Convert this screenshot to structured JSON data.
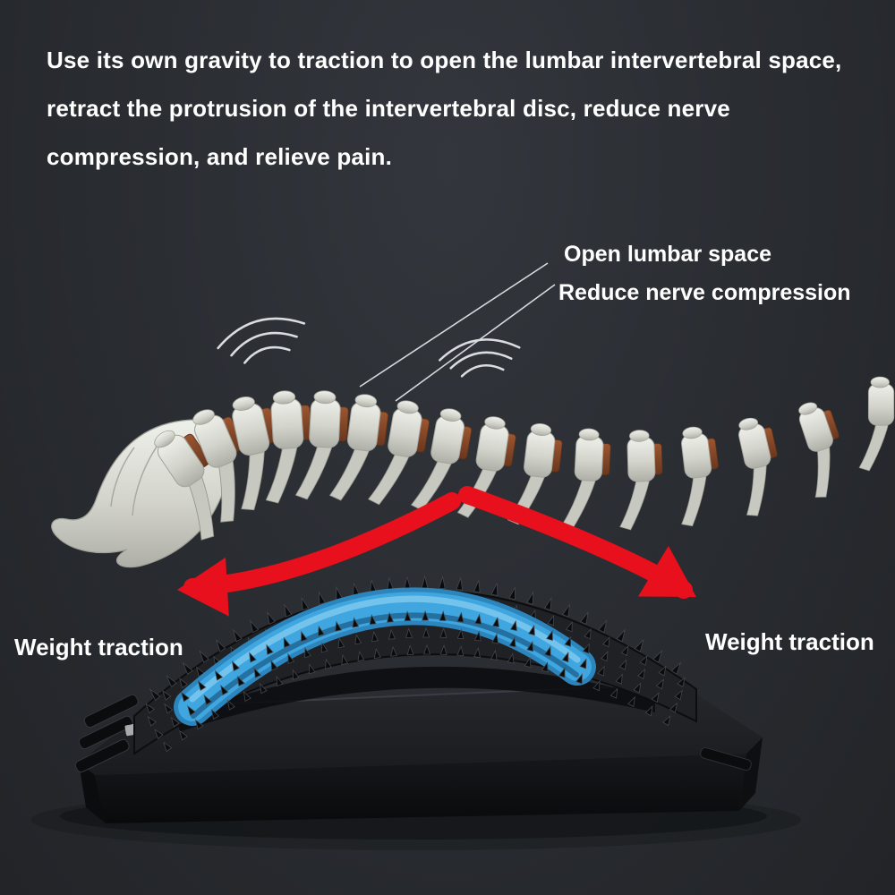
{
  "header": {
    "lines": [
      "Use its own gravity to traction to open the lumbar intervertebral space,",
      "retract the protrusion of the intervertebral disc, reduce nerve",
      "compression, and relieve pain."
    ]
  },
  "callouts": {
    "open_lumbar_space": "Open lumbar space",
    "reduce_nerve_compression": "Reduce nerve compression"
  },
  "labels": {
    "weight_traction_left": "Weight traction",
    "weight_traction_right": "Weight traction"
  },
  "colors": {
    "text": "#ffffff",
    "arrow_red": "#e8101c",
    "pad_blue": "#3fa6df",
    "pad_blue_highlight": "#7cc8ef",
    "pad_blue_shadow": "#1e6391",
    "bone": "#d8d9d1",
    "disc_brown": "#8a4a2c",
    "device_black": "#1f2125"
  }
}
